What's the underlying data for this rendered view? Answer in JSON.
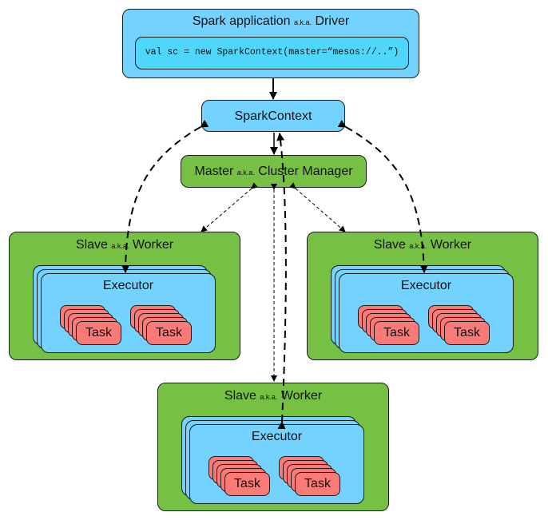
{
  "driver": {
    "title_main": "Spark application",
    "title_aka": "a.k.a.",
    "title_role": "Driver",
    "code": "val sc = new SparkContext(master=“mesos://..”)"
  },
  "spark_context": {
    "label": "SparkContext"
  },
  "master": {
    "title_main": "Master",
    "title_aka": "a.k.a.",
    "title_role": "Cluster Manager"
  },
  "workers": [
    {
      "title_main": "Slave",
      "title_aka": "a.k.a.",
      "title_role": "Worker",
      "executor_label": "Executor",
      "task_labels": [
        "Task",
        "Task"
      ]
    },
    {
      "title_main": "Slave",
      "title_aka": "a.k.a.",
      "title_role": "Worker",
      "executor_label": "Executor",
      "task_labels": [
        "Task",
        "Task"
      ]
    },
    {
      "title_main": "Slave",
      "title_aka": "a.k.a.",
      "title_role": "Worker",
      "executor_label": "Executor",
      "task_labels": [
        "Task",
        "Task"
      ]
    }
  ],
  "colors": {
    "driver_bg": "#74d3fe",
    "code_bg": "#4fd6fb",
    "master_bg": "#76c143",
    "worker_bg": "#76c143",
    "executor_bg": "#74d3fe",
    "task_bg": "#fa7a78"
  }
}
